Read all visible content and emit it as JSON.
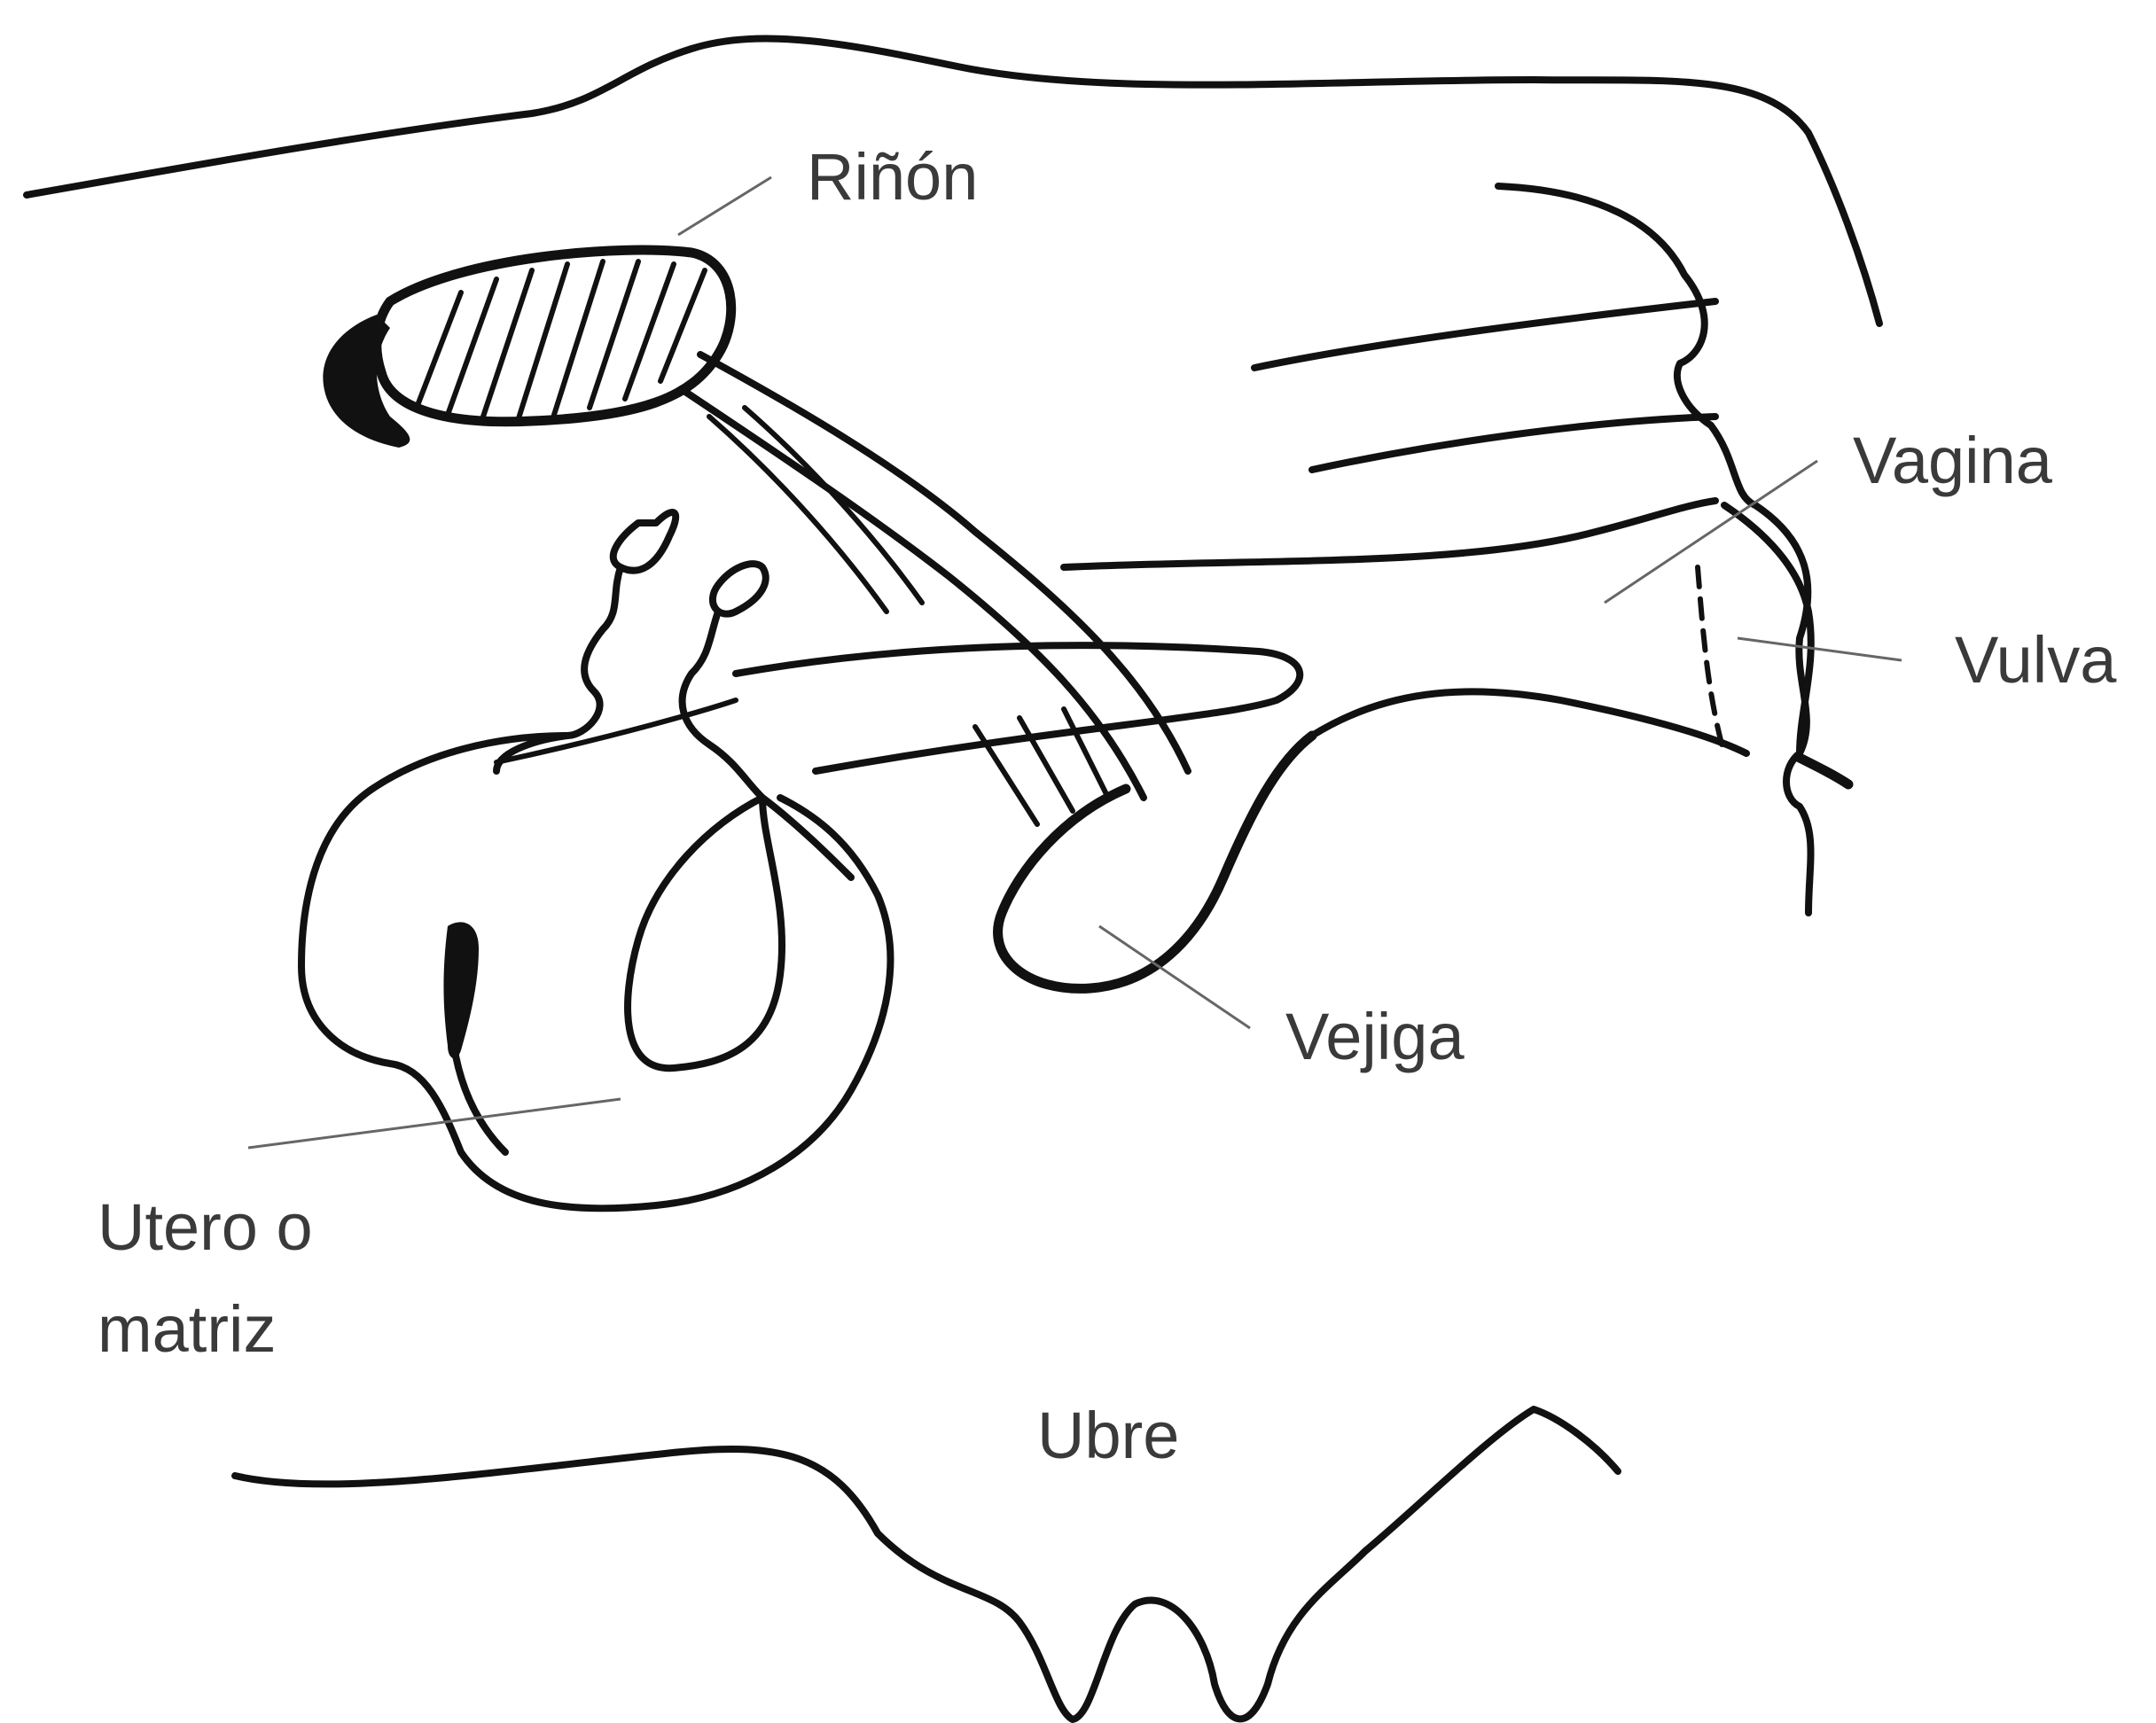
{
  "labels": {
    "rinon": "Riñón",
    "vagina": "Vagina",
    "vulva": "Vulva",
    "vejiga": "Vejiga",
    "utero_line1": "Utero o",
    "utero_line2": "matriz",
    "ubre": "Ubre"
  },
  "colors": {
    "ink": "#111111",
    "label_text": "#3a3a3a",
    "leader_line": "#666666",
    "background": "#ffffff"
  }
}
